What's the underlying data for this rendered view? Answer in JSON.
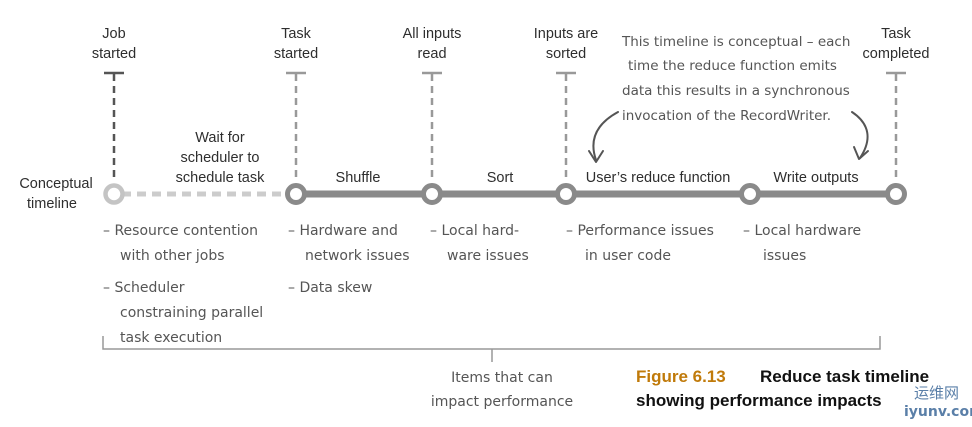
{
  "milestones": [
    {
      "line1": "Job",
      "line2": "started"
    },
    {
      "line1": "Task",
      "line2": "started"
    },
    {
      "line1": "All inputs",
      "line2": "read"
    },
    {
      "line1": "Inputs are",
      "line2": "sorted"
    },
    {
      "line1": "Task",
      "line2": "completed"
    }
  ],
  "timeline_label": {
    "line1": "Conceptual",
    "line2": "timeline"
  },
  "segments": {
    "wait": {
      "line1": "Wait for",
      "line2": "scheduler to",
      "line3": "schedule task"
    },
    "shuffle": "Shuffle",
    "sort": "Sort",
    "reduce": "User’s reduce function",
    "write": "Write outputs"
  },
  "annotation": {
    "line1": "This timeline is conceptual – each",
    "line2": "time the reduce function emits",
    "line3": "data this results in a synchronous",
    "line4": "invocation of the RecordWriter."
  },
  "issues": {
    "scheduling": {
      "item1_line1": "– Resource contention",
      "item1_line2": "with other jobs",
      "item2_line1": "– Scheduler",
      "item2_line2": "constraining parallel",
      "item2_line3": "task execution"
    },
    "shuffle": {
      "item1_line1": "– Hardware and",
      "item1_line2": "network issues",
      "item2_line1": "– Data skew"
    },
    "sort": {
      "item1_line1": "– Local hard-",
      "item1_line2": "ware issues"
    },
    "reduce": {
      "item1_line1": "– Performance issues",
      "item1_line2": "in user code"
    },
    "write": {
      "item1_line1": "– Local hardware",
      "item1_line2": "issues"
    }
  },
  "bracket_label": {
    "line1": "Items that can",
    "line2": "impact performance"
  },
  "caption": {
    "label": "Figure 6.13",
    "title_line1": "Reduce task timeline",
    "title_line2": "showing performance impacts"
  },
  "watermark": {
    "cn": "运维网",
    "url": "iyunv.com"
  },
  "colors": {
    "line": "#8a8a8a",
    "dashed": "#cccccc",
    "ticks": "#555555"
  }
}
